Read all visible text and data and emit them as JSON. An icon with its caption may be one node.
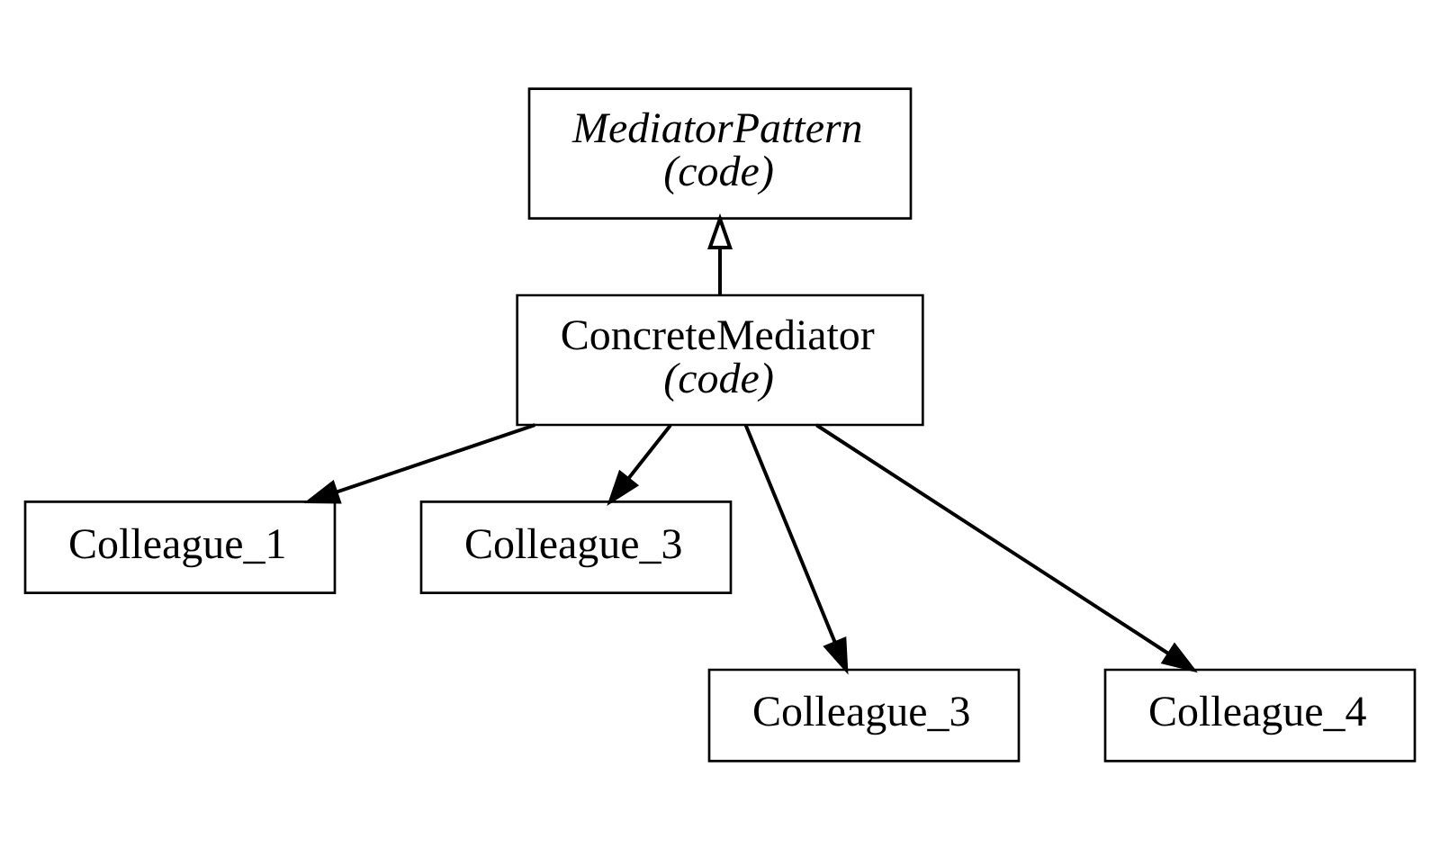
{
  "diagram": {
    "nodes": [
      {
        "text": [
          "MediatorPattern",
          "(code)"
        ]
      },
      {
        "text": [
          "ConcreteMediator",
          "(code)"
        ]
      },
      {
        "text": [
          "Colleague_1"
        ]
      },
      {
        "text": [
          "Colleague_3"
        ]
      },
      {
        "text": [
          "Colleague_3"
        ]
      },
      {
        "text": [
          "Colleague_4"
        ]
      }
    ],
    "edges": [
      {
        "from": 1,
        "to": 0,
        "arrow": "to"
      },
      {
        "from": 1,
        "to": 2,
        "arrow": "to"
      },
      {
        "from": 1,
        "to": 4,
        "arrow": "to"
      },
      {
        "from": 1,
        "to": 5,
        "arrow": "to"
      },
      {
        "from": 1,
        "to": 3,
        "arrow": "to"
      }
    ]
  }
}
